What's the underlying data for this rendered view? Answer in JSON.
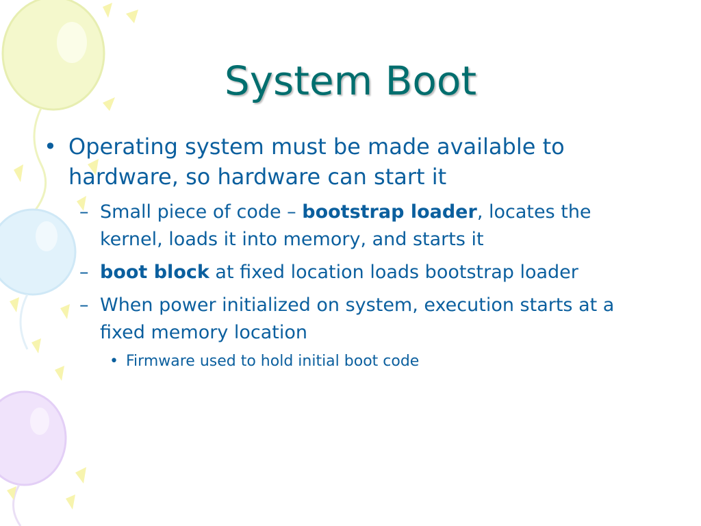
{
  "slide": {
    "title": "System Boot",
    "bullet_1": {
      "marker": "•",
      "text": "Operating system must be made available to hardware, so hardware can start it"
    },
    "sub_1": {
      "marker": "–",
      "text_pre": "Small piece of code – ",
      "text_bold": "bootstrap loader",
      "text_post": ", locates the kernel, loads it into memory, and starts it"
    },
    "sub_2": {
      "marker": "–",
      "text_bold": "boot block",
      "text_post": " at fixed location loads bootstrap loader"
    },
    "sub_3": {
      "marker": "–",
      "text": "When power initialized on system, execution starts at a fixed memory location"
    },
    "subsub_1": {
      "marker": "•",
      "text": "Firmware used to hold initial boot code"
    }
  },
  "colors": {
    "title": "#006e6e",
    "body": "#0b5f9e",
    "balloon_yellow": "#f3f7c8",
    "balloon_blue": "#dff1fb",
    "balloon_purple": "#efe0fa",
    "confetti": "#f6f3a9"
  }
}
